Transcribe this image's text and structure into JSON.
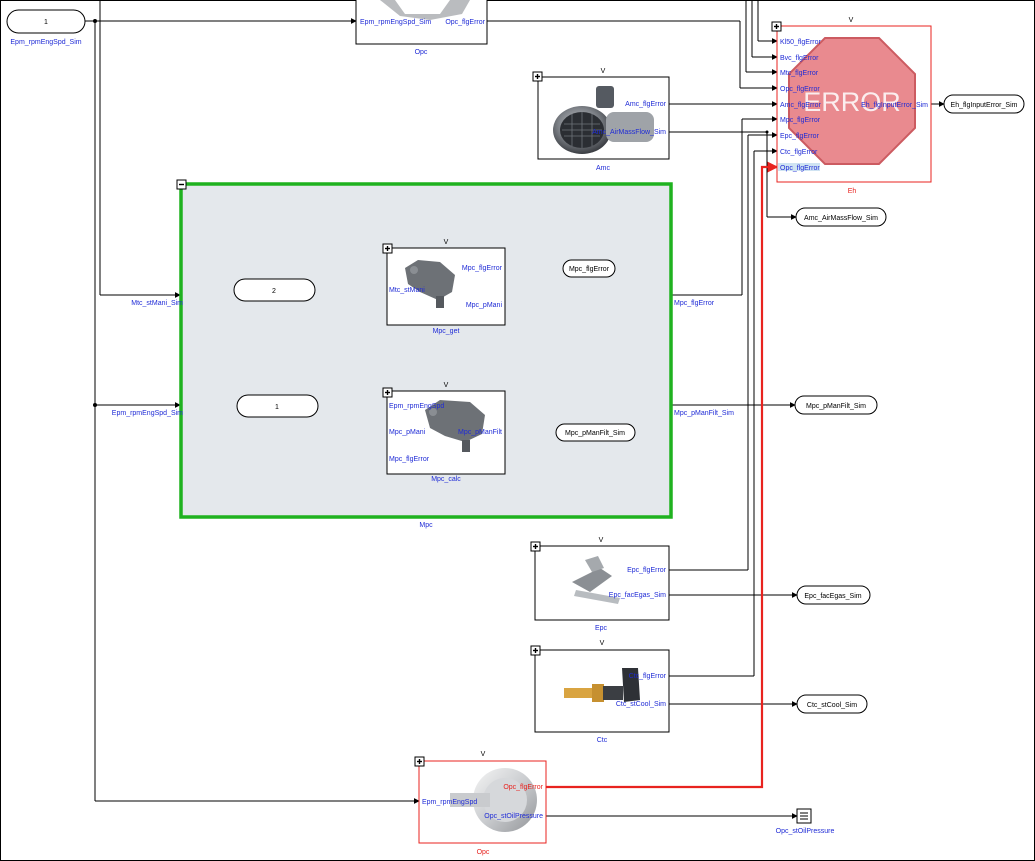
{
  "inports": [
    {
      "id": "in-1",
      "value": "1",
      "label": "Epm_rpmEngSpd_Sim"
    }
  ],
  "constants": [
    {
      "id": "const-mpc-get",
      "value": "2"
    },
    {
      "id": "const-mpc-calc",
      "value": "1"
    }
  ],
  "outports": [
    {
      "id": "out-eh",
      "label": "Eh_flgInputError_Sim"
    },
    {
      "id": "out-amc",
      "label": "Amc_AirMassFlow_Sim"
    },
    {
      "id": "out-mpc-flgerror",
      "label": "Mpc_flgError"
    },
    {
      "id": "out-mpc-pmanfilt-inner",
      "label": "Mpc_pManFilt_Sim"
    },
    {
      "id": "out-mpc-pmanfilt",
      "label": "Mpc_pManFilt_Sim"
    },
    {
      "id": "out-epc",
      "label": "Epc_facEgas_Sim"
    },
    {
      "id": "out-ctc",
      "label": "Ctc_stCool_Sim"
    }
  ],
  "terminator": {
    "label": "Opc_stOilPressure"
  },
  "top_block": {
    "name": "Opc",
    "ports_in": [
      "Epm_rpmEngSpd_Sim"
    ],
    "ports_out": [
      "Opc_flgError"
    ]
  },
  "blocks": {
    "amc": {
      "name": "Amc",
      "marker": "V",
      "ports_out": [
        "Amc_flgError",
        "Amc_AirMassFlow_Sim"
      ]
    },
    "eh": {
      "name": "Eh",
      "marker": "V",
      "stop_text": "ERROR",
      "ports_in": [
        "Kl50_flgError",
        "Bvc_flgError",
        "Mtc_flgError",
        "Opc_flgError",
        "Amc_flgError",
        "Mpc_flgError",
        "Epc_flgError",
        "Ctc_flgError",
        "Opc_flgError"
      ],
      "ports_out": [
        "Eh_flgInputError_Sim"
      ]
    },
    "mpc_get": {
      "name": "Mpc_get",
      "marker": "V",
      "ports_in": [
        "Mtc_stMani"
      ],
      "ports_out": [
        "Mpc_flgError",
        "Mpc_pMani"
      ]
    },
    "mpc_calc": {
      "name": "Mpc_calc",
      "marker": "V",
      "ports_in": [
        "Epm_rpmEngSpd",
        "Mpc_pMani",
        "Mpc_flgError"
      ],
      "ports_out": [
        "Mpc_pManFilt"
      ]
    },
    "epc": {
      "name": "Epc",
      "marker": "V",
      "ports_out": [
        "Epc_flgError",
        "Epc_facEgas_Sim"
      ]
    },
    "ctc": {
      "name": "Ctc",
      "marker": "V",
      "ports_out": [
        "Ctc_flgError",
        "Ctc_stCool_Sim"
      ]
    },
    "opc": {
      "name": "Opc",
      "marker": "V",
      "ports_in": [
        "Epm_rpmEngSpd"
      ],
      "ports_out": [
        "Opc_flgError",
        "Opc_stOilPressure"
      ]
    }
  },
  "mpc_subsystem": {
    "name": "Mpc",
    "ports_in": [
      "Mtc_stMani_Sim",
      "Epm_rpmEngSpd_Sim"
    ],
    "ports_out": [
      "Mpc_flgError",
      "Mpc_pManFilt_Sim"
    ]
  },
  "colors": {
    "port_text": "#1f2bd6",
    "error_red": "#e8231f",
    "subsystem_green": "#1fb21f",
    "subsystem_fill": "#e4e8ec",
    "stop_sign": "#e98a8f"
  },
  "icons": [
    "plus-box-icon",
    "minus-box-icon",
    "sensor-image",
    "stop-sign-icon",
    "terminator-icon"
  ]
}
